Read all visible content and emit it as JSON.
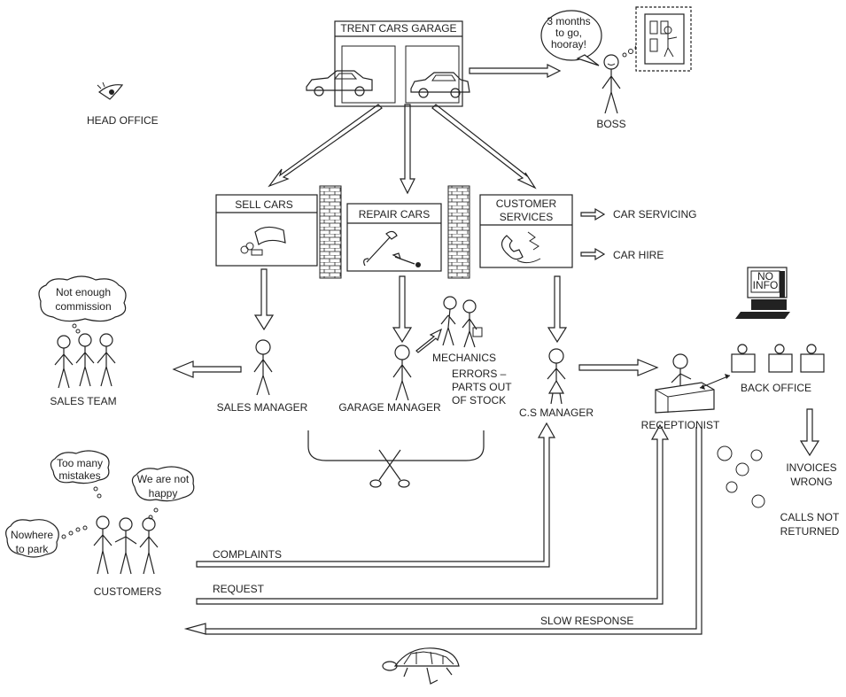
{
  "garage": {
    "title": "TRENT CARS GARAGE"
  },
  "head_office": {
    "label": "HEAD OFFICE"
  },
  "boss": {
    "label": "BOSS",
    "speech_line1": "3 months",
    "speech_line2": "to go,",
    "speech_line3": "hooray!"
  },
  "departments": {
    "sell": "SELL CARS",
    "repair": "REPAIR CARS",
    "customer_line1": "CUSTOMER",
    "customer_line2": "SERVICES"
  },
  "services": {
    "car_servicing": "CAR SERVICING",
    "car_hire": "CAR HIRE"
  },
  "sales_team": {
    "label": "SALES TEAM",
    "thought_line1": "Not enough",
    "thought_line2": "commission"
  },
  "sales_manager": {
    "label": "SALES MANAGER"
  },
  "garage_manager": {
    "label": "GARAGE MANAGER"
  },
  "mechanics": {
    "label": "MECHANICS",
    "errors_line1": "ERRORS –",
    "errors_line2": "PARTS OUT",
    "errors_line3": "OF STOCK"
  },
  "cs_manager": {
    "label": "C.S MANAGER"
  },
  "computer": {
    "screen_line1": "NO",
    "screen_line2": "INFO"
  },
  "receptionist": {
    "label": "RECEPTIONIST"
  },
  "back_office": {
    "label": "BACK OFFICE"
  },
  "invoices": {
    "line1": "INVOICES",
    "line2": "WRONG"
  },
  "calls": {
    "line1": "CALLS NOT",
    "line2": "RETURNED"
  },
  "customers": {
    "label": "CUSTOMERS",
    "thought1_line1": "Too many",
    "thought1_line2": "mistakes",
    "thought2_line1": "We are not",
    "thought2_line2": "happy",
    "thought3_line1": "Nowhere",
    "thought3_line2": "to park"
  },
  "flows": {
    "complaints": "COMPLAINTS",
    "request": "REQUEST",
    "slow_response": "SLOW RESPONSE"
  }
}
